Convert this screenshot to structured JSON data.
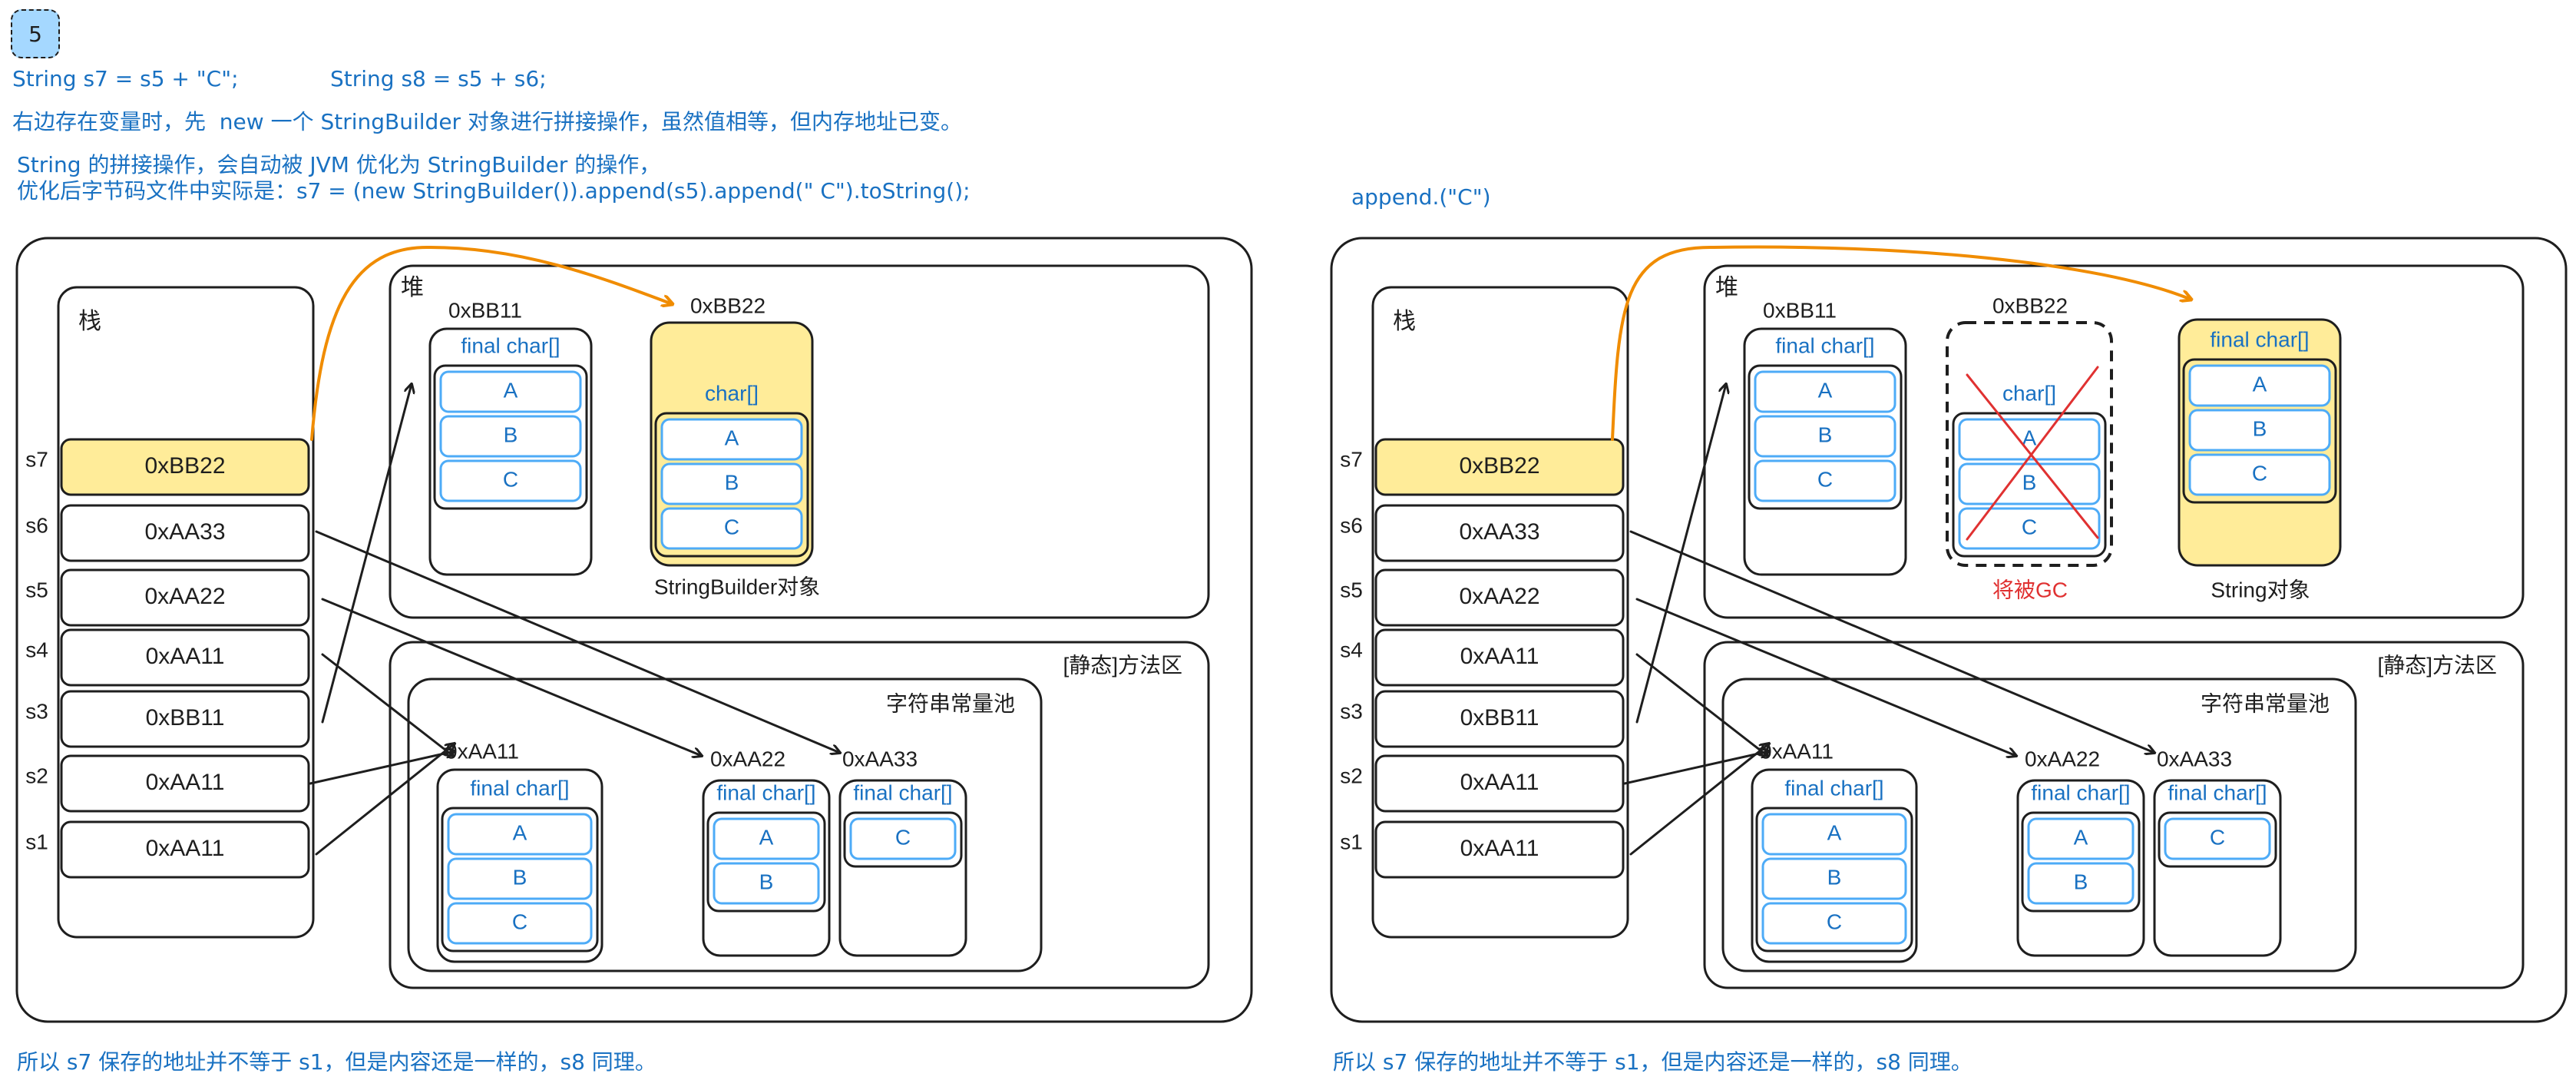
{
  "step_badge": "5",
  "header": {
    "code_s7": "String s7 = s5 + \"C\";",
    "code_s8": "String s8 = s5 + s6;",
    "explain_1": "右边存在变量时，先  new 一个 StringBuilder 对象进行拼接操作，虽然值相等，但内存地址已变。",
    "explain_2": "String 的拼接操作，会自动被 JVM 优化为 StringBuilder 的操作，",
    "explain_3": "优化后字节码文件中实际是：s7 = (new StringBuilder()).append(s5).append(\" C\").toString();",
    "append_label": "append.(\"C\")"
  },
  "footer": {
    "left": "所以 s7 保存的地址并不等于 s1，但是内容还是一样的，s8 同理。",
    "right": "所以 s7 保存的地址并不等于 s1，但是内容还是一样的，s8 同理。"
  },
  "labels": {
    "stack": "栈",
    "heap": "堆",
    "method_area": "[静态]方法区",
    "string_pool": "字符串常量池",
    "final_char": "final char[]",
    "char": "char[]",
    "stringbuilder_obj": "StringBuilder对象",
    "string_obj": "String对象",
    "will_gc": "将被GC"
  },
  "stack_rows": [
    {
      "var": "s7",
      "addr": "0xBB22"
    },
    {
      "var": "s6",
      "addr": "0xAA33"
    },
    {
      "var": "s5",
      "addr": "0xAA22"
    },
    {
      "var": "s4",
      "addr": "0xAA11"
    },
    {
      "var": "s3",
      "addr": "0xBB11"
    },
    {
      "var": "s2",
      "addr": "0xAA11"
    },
    {
      "var": "s1",
      "addr": "0xAA11"
    }
  ],
  "heap_objects": {
    "bb11": {
      "addr": "0xBB11",
      "chars": [
        "A",
        "B",
        "C"
      ]
    },
    "bb22": {
      "addr": "0xBB22",
      "chars": [
        "A",
        "B",
        "C"
      ]
    },
    "new_string": {
      "chars": [
        "A",
        "B",
        "C"
      ]
    }
  },
  "pool_objects": {
    "aa11": {
      "addr": "0xAA11",
      "chars": [
        "A",
        "B",
        "C"
      ]
    },
    "aa22": {
      "addr": "0xAA22",
      "chars": [
        "A",
        "B"
      ]
    },
    "aa33": {
      "addr": "0xAA33",
      "chars": [
        "C"
      ]
    }
  },
  "colors": {
    "blue": "#1971c2",
    "light_blue": "#4dabf7",
    "highlight": "#ffec99",
    "orange": "#f08c00",
    "red": "#e03131",
    "dark": "#1e1e1e"
  }
}
